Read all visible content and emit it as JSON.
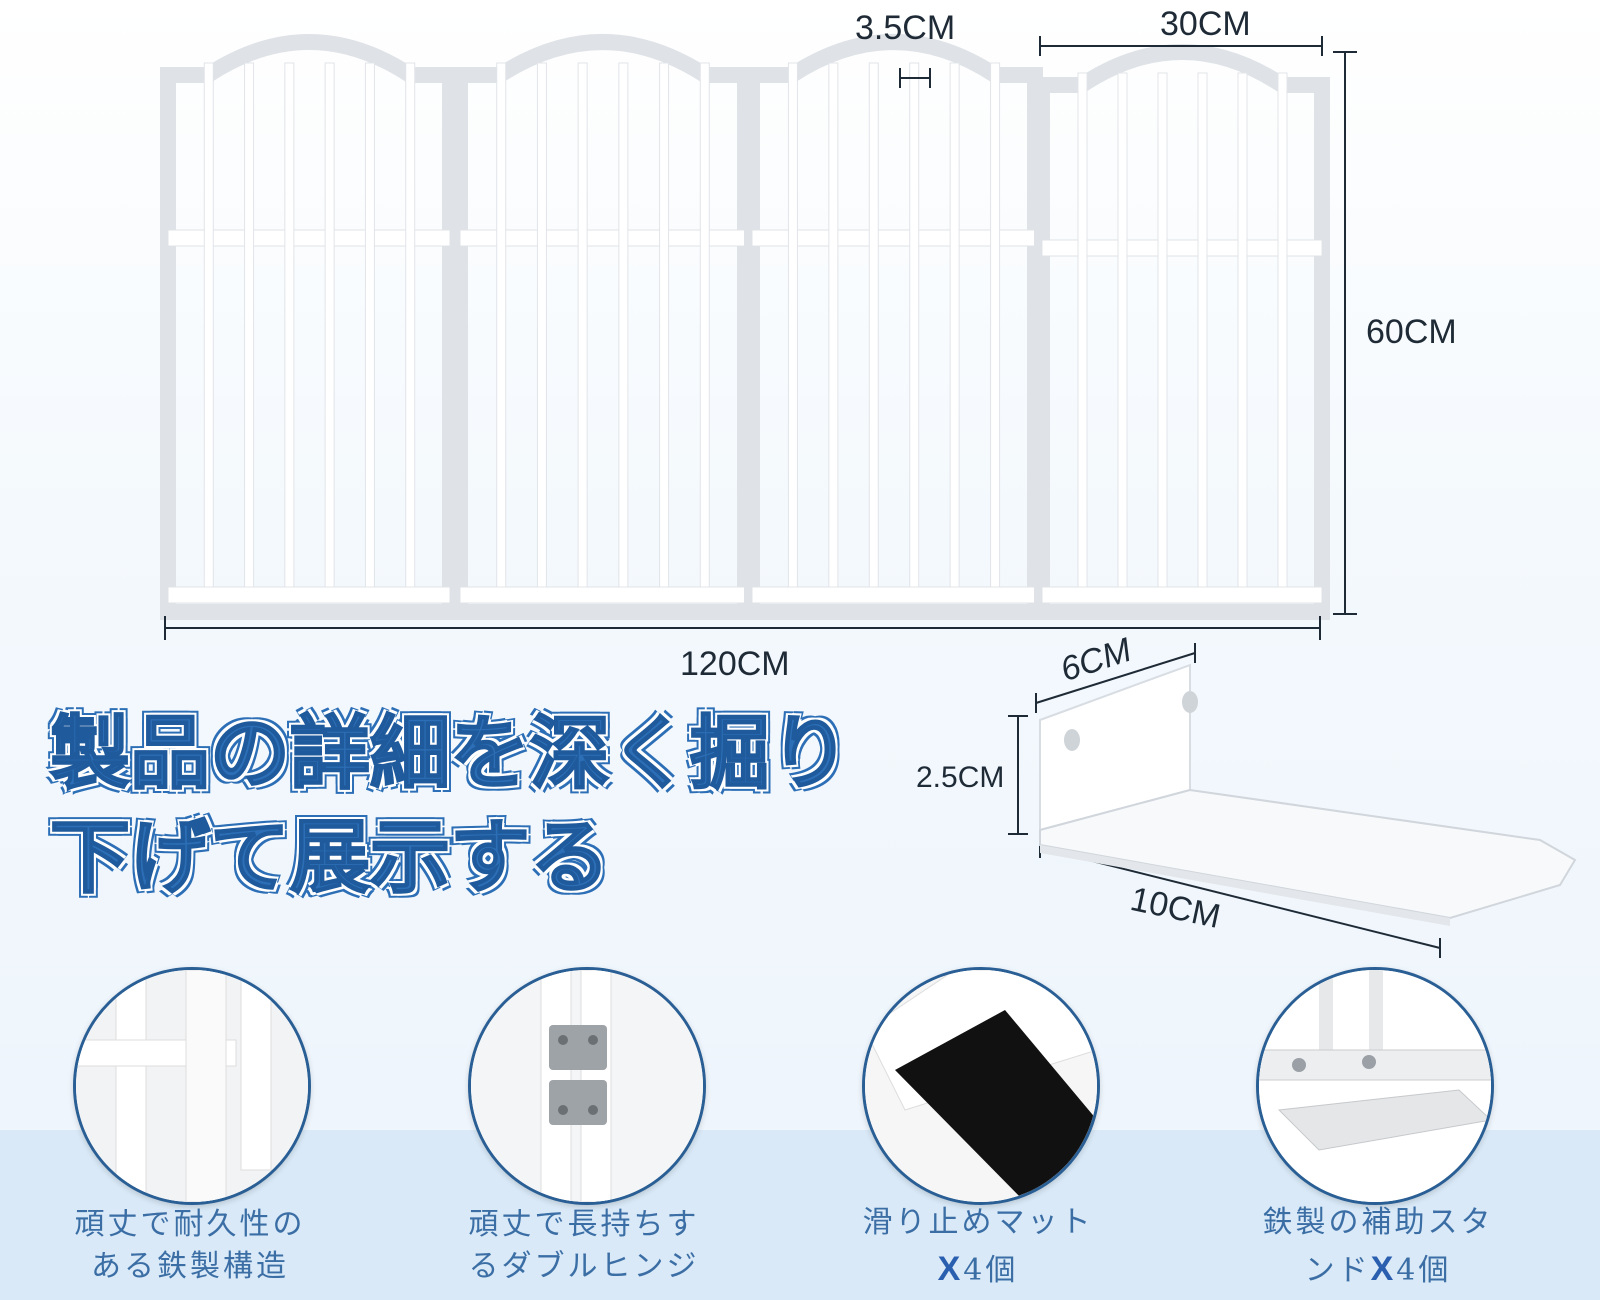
{
  "dimensions": {
    "bar_width": "3.5CM",
    "panel_width": "30CM",
    "height": "60CM",
    "total_width": "120CM",
    "stand_depth": "6CM",
    "stand_height": "2.5CM",
    "stand_length": "10CM"
  },
  "headline": {
    "line1": "製品の詳細を深く掘り",
    "line2": "下げて展示する"
  },
  "features": [
    {
      "line1": "頑丈で耐久性の",
      "line2": "ある鉄製構造",
      "icon": "fence-corner-closeup"
    },
    {
      "line1": "頑丈で長持ちす",
      "line2": "るダブルヒンジ",
      "icon": "hinge-closeup"
    },
    {
      "line1": "滑り止めマット",
      "line2_prefix": "",
      "line2_strong": "X",
      "line2_suffix": "4個",
      "icon": "anti-slip-pad-closeup"
    },
    {
      "line1": "鉄製の補助スタ",
      "line2_prefix": "ンド",
      "line2_strong": "X",
      "line2_suffix": "4個",
      "icon": "support-stand-closeup"
    }
  ],
  "colors": {
    "accent": "#2d6fb6",
    "band": "#d9e9f7",
    "caption": "#3b6ea5"
  }
}
